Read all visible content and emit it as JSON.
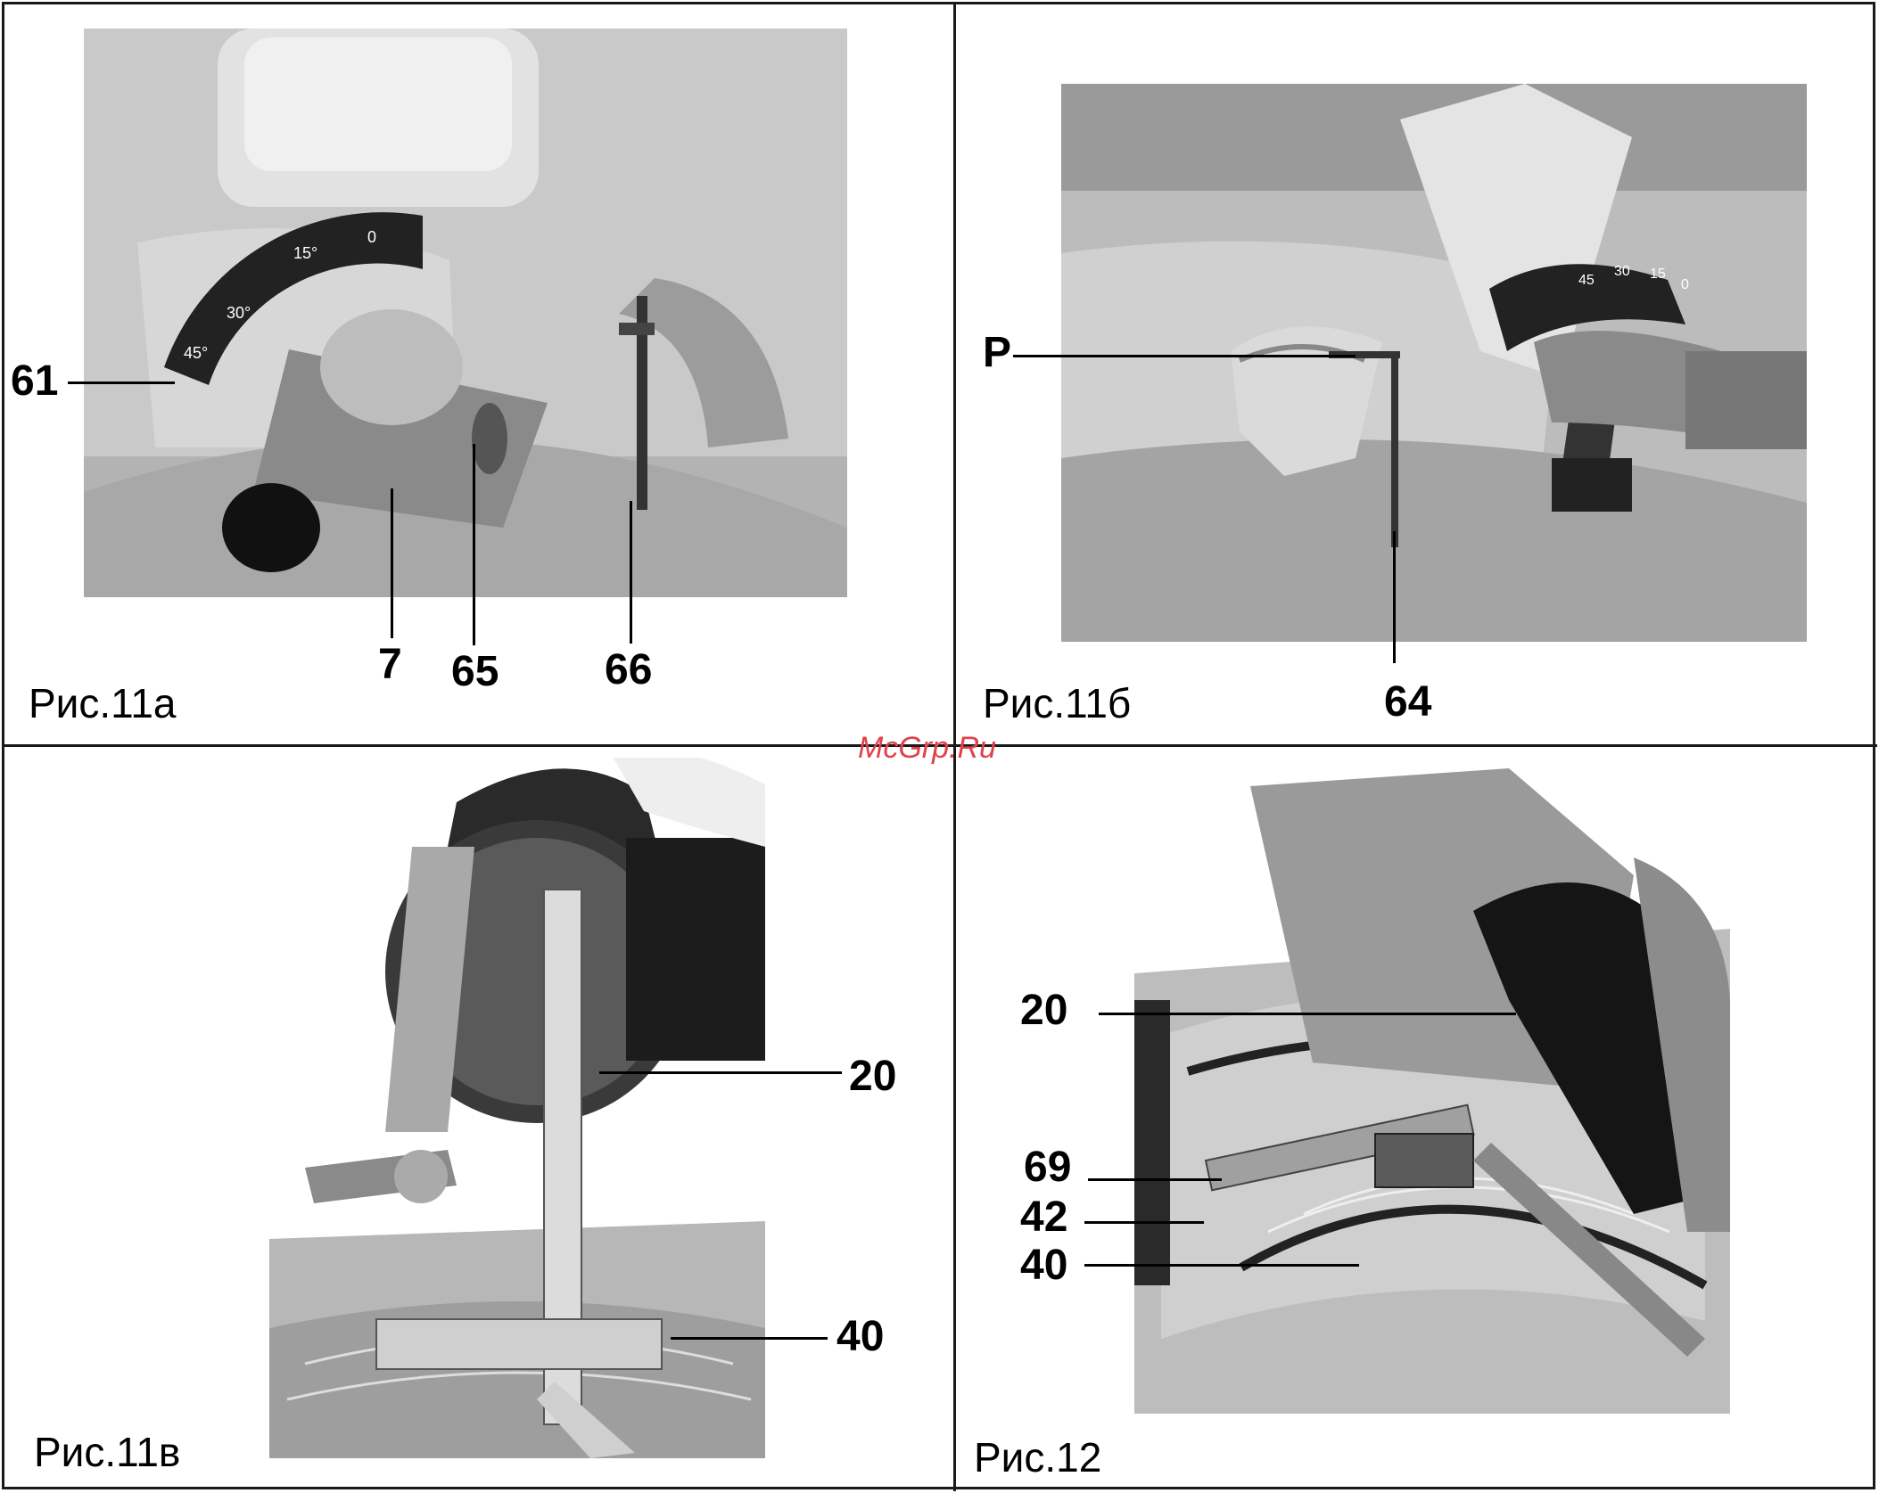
{
  "watermark": "McGrp.Ru",
  "colors": {
    "frame": "#1a1a1a",
    "watermark": "#e0414a"
  },
  "figures": [
    {
      "id": "fig11a",
      "caption": "Рис.11а",
      "callouts": [
        "61",
        "7",
        "65",
        "66"
      ]
    },
    {
      "id": "fig11b",
      "caption": "Рис.11б",
      "callouts": [
        "P",
        "64"
      ]
    },
    {
      "id": "fig11v",
      "caption": "Рис.11в",
      "callouts": [
        "20",
        "40"
      ]
    },
    {
      "id": "fig12",
      "caption": "Рис.12",
      "callouts": [
        "20",
        "69",
        "42",
        "40"
      ]
    }
  ],
  "photo_texts": {
    "scale_labels_11a": [
      "45°",
      "30°",
      "15°",
      "0"
    ],
    "scale_labels_11b": [
      "45",
      "30",
      "15",
      "0"
    ]
  }
}
